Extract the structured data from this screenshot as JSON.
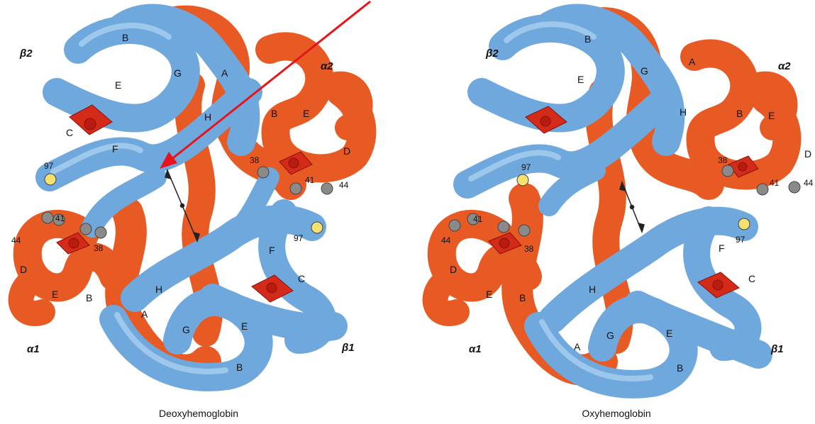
{
  "panels": [
    {
      "caption": "Deoxyhemoglobin",
      "subunits": {
        "beta2": "β2",
        "alpha2": "α2",
        "alpha1": "α1",
        "beta1": "β1"
      },
      "helices": {
        "B": "B",
        "G": "G",
        "A": "A",
        "E": "E",
        "H": "H",
        "C": "C",
        "F": "F",
        "D": "D"
      },
      "residues": {
        "r97": "97",
        "r38": "38",
        "r41": "41",
        "r44": "44"
      }
    },
    {
      "caption": "Oxyhemoglobin",
      "subunits": {
        "beta2": "β2",
        "alpha2": "α2",
        "alpha1": "α1",
        "beta1": "β1"
      },
      "helices": {
        "B": "B",
        "G": "G",
        "A": "A",
        "E": "E",
        "H": "H",
        "C": "C",
        "F": "F",
        "D": "D"
      },
      "residues": {
        "r97": "97",
        "r38": "38",
        "r41": "41",
        "r44": "44"
      }
    }
  ],
  "colors": {
    "beta_chain": "#7fb6e6",
    "alpha_chain": "#f26a2e",
    "heme": "#d42a1a",
    "residue_gray": "#8a8a8a",
    "residue_yellow": "#f5e070",
    "arrow": "#e8131b"
  }
}
